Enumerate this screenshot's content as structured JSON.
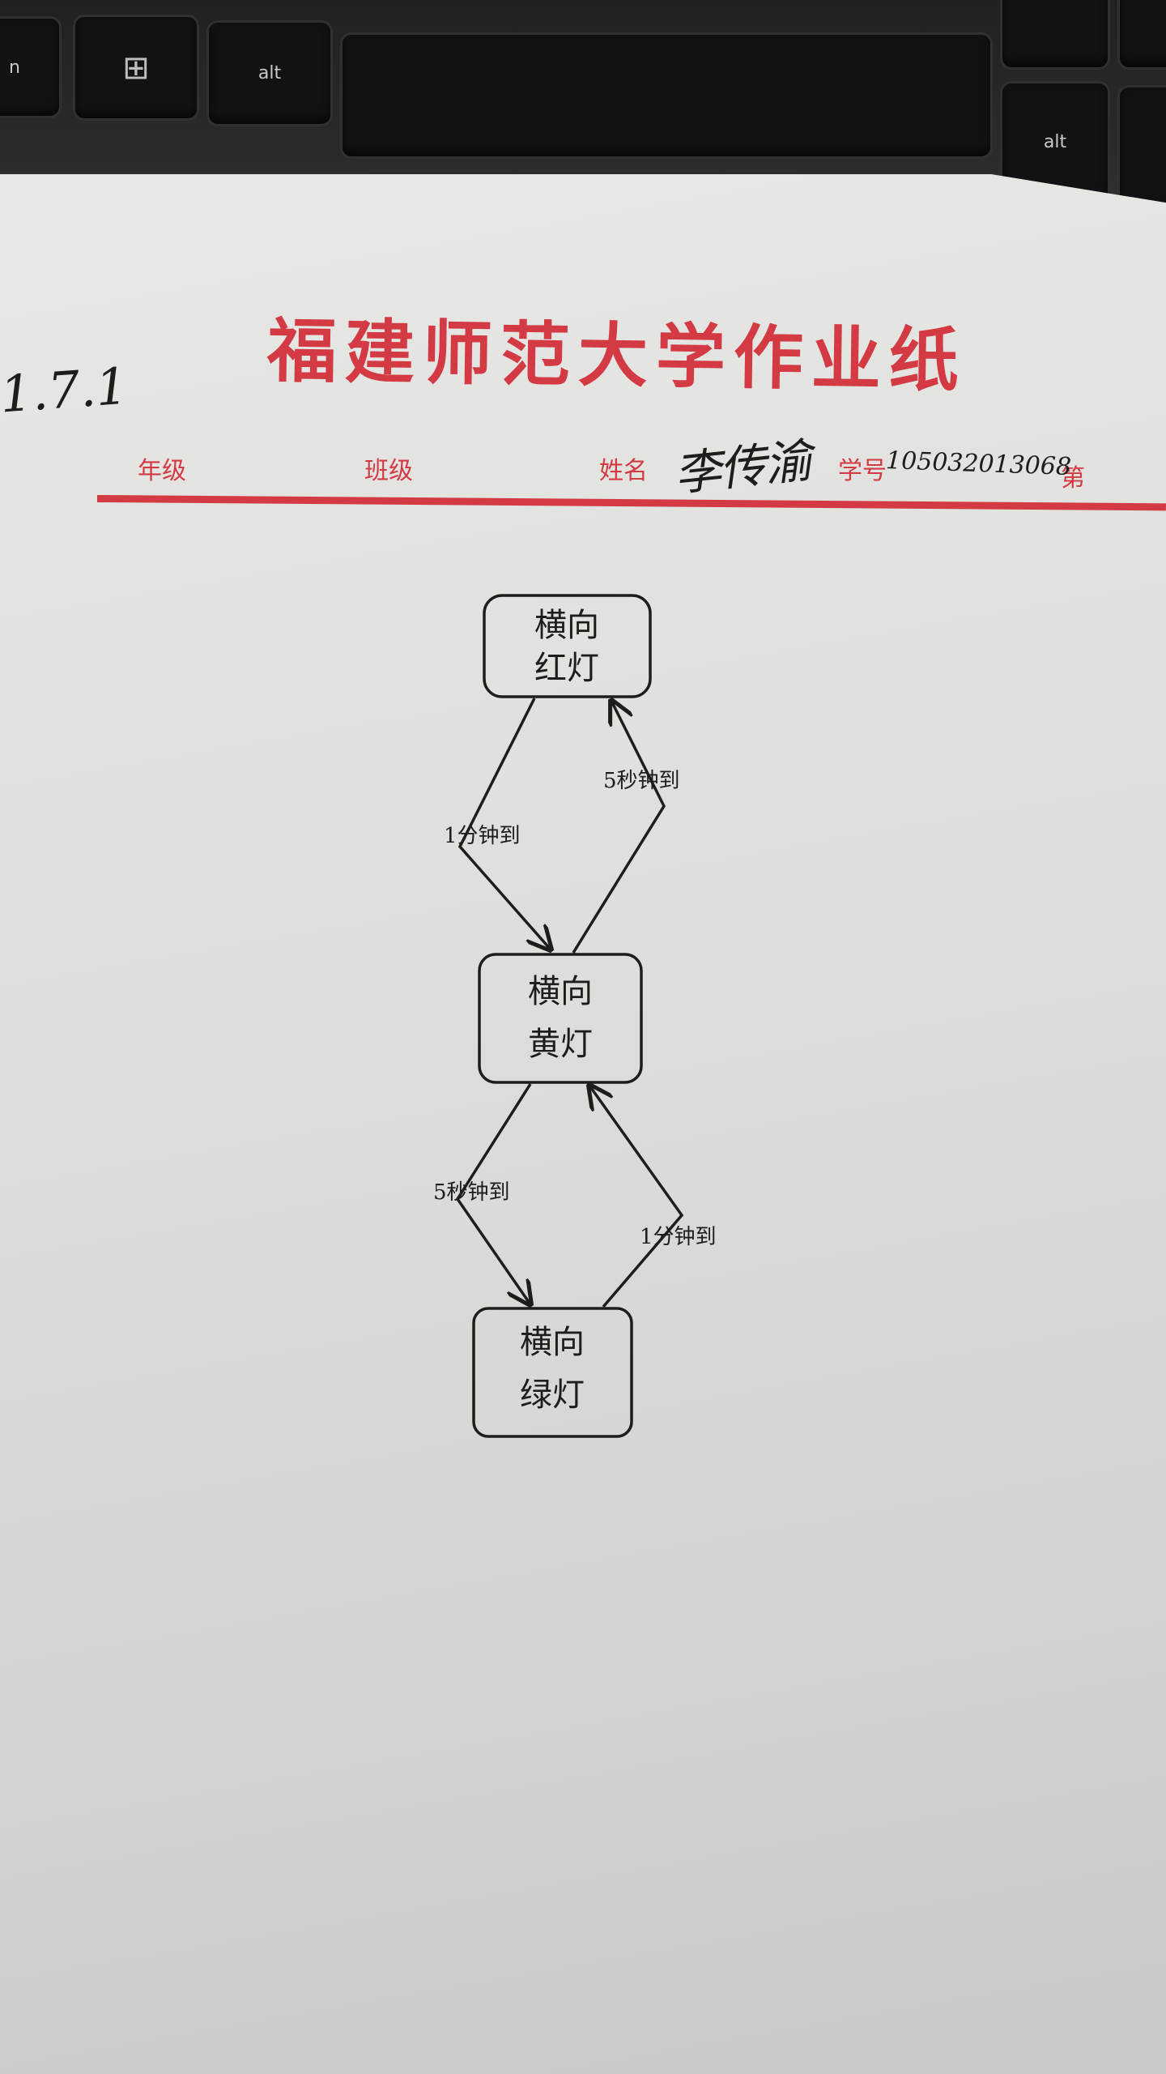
{
  "keyboard": {
    "keys": [
      {
        "name": "key-fn",
        "label": "n"
      },
      {
        "name": "key-windows",
        "label": ""
      },
      {
        "name": "key-alt-left",
        "label": "alt"
      },
      {
        "name": "key-space",
        "label": ""
      },
      {
        "name": "key-alt-right",
        "label": "alt"
      }
    ],
    "windows_icon": "windows-logo-icon"
  },
  "sheet": {
    "title": "福建师范大学作业纸",
    "fields": {
      "grade": "年级",
      "class": "班级",
      "name": "姓名",
      "student_id": "学号",
      "page": "第"
    },
    "problem_number": "1.7.1",
    "signature": "李传渝",
    "student_id_value": "105032013068"
  },
  "diagram": {
    "states": [
      {
        "id": "red",
        "line1": "横向",
        "line2": "红灯"
      },
      {
        "id": "yellow",
        "line1": "横向",
        "line2": "黄灯"
      },
      {
        "id": "green",
        "line1": "横向",
        "line2": "绿灯"
      }
    ],
    "transitions": [
      {
        "from": "red",
        "to": "yellow",
        "label": "1分钟到"
      },
      {
        "from": "yellow",
        "to": "red",
        "label": "5秒钟到"
      },
      {
        "from": "yellow",
        "to": "green",
        "label": "5秒钟到"
      },
      {
        "from": "green",
        "to": "yellow",
        "label": "1分钟到"
      }
    ]
  },
  "colors": {
    "ink": "#1d1d1d",
    "print_red": "#d33a44",
    "paper": "#e2e3df"
  }
}
